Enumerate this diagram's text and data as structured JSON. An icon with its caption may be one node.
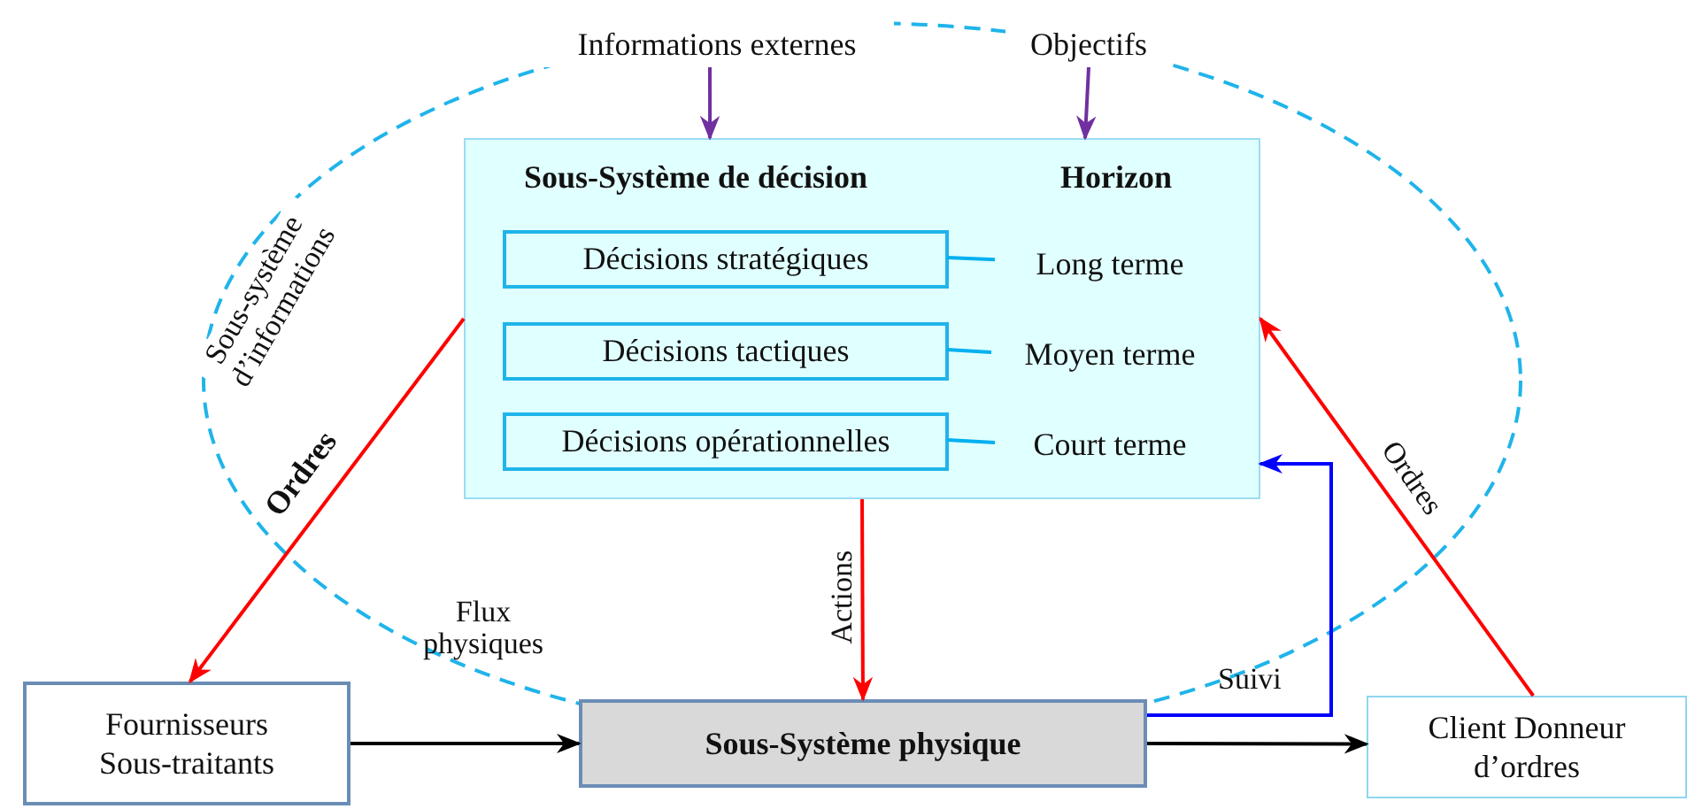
{
  "diagram": {
    "nodes": [
      {
        "text": [
          "Informations externes"
        ]
      },
      {
        "text": [
          "Objectifs"
        ]
      },
      {
        "text": [
          "Sous-Système de décision",
          "Horizon"
        ]
      },
      {
        "text": [
          "Décisions stratégiques"
        ],
        "in": 2
      },
      {
        "text": [
          "Long terme"
        ],
        "in": 2
      },
      {
        "text": [
          "Décisions tactiques"
        ],
        "in": 2
      },
      {
        "text": [
          "Moyen terme"
        ],
        "in": 2
      },
      {
        "text": [
          "Décisions opérationnelles"
        ],
        "in": 2
      },
      {
        "text": [
          "Court terme"
        ],
        "in": 2
      },
      {
        "text": [
          "Fournisseurs Sous-traitants"
        ]
      },
      {
        "text": [
          "Sous-Système physique"
        ]
      },
      {
        "text": [
          "Client Donneur d’ordres"
        ]
      }
    ],
    "edges": [
      {
        "from": 0,
        "to": 2,
        "arrow": "to",
        "color": "#7030a0"
      },
      {
        "from": 1,
        "to": 2,
        "arrow": "to",
        "color": "#7030a0"
      },
      {
        "from": 3,
        "to": 4,
        "arrow": "none",
        "color": "#00b0f0"
      },
      {
        "from": 5,
        "to": 6,
        "arrow": "none",
        "color": "#00b0f0"
      },
      {
        "from": 7,
        "to": 8,
        "arrow": "none",
        "color": "#00b0f0"
      },
      {
        "from": 2,
        "to": 9,
        "arrow": "to",
        "label": "Ordres",
        "color": "#ff0000"
      },
      {
        "from": 11,
        "to": 2,
        "arrow": "to",
        "label": "Ordres",
        "color": "#ff0000"
      },
      {
        "from": 2,
        "to": 10,
        "arrow": "to",
        "label": "Actions",
        "color": "#ff0000"
      },
      {
        "from": 10,
        "to": 2,
        "arrow": "to",
        "label": "Suivi",
        "color": "#0000ff"
      },
      {
        "from": 9,
        "to": 10,
        "arrow": "to",
        "label": "Flux physiques",
        "color": "#000000"
      },
      {
        "from": 10,
        "to": 11,
        "arrow": "to",
        "color": "#000000"
      }
    ],
    "labels": [
      "Sous-système d’informations"
    ]
  }
}
